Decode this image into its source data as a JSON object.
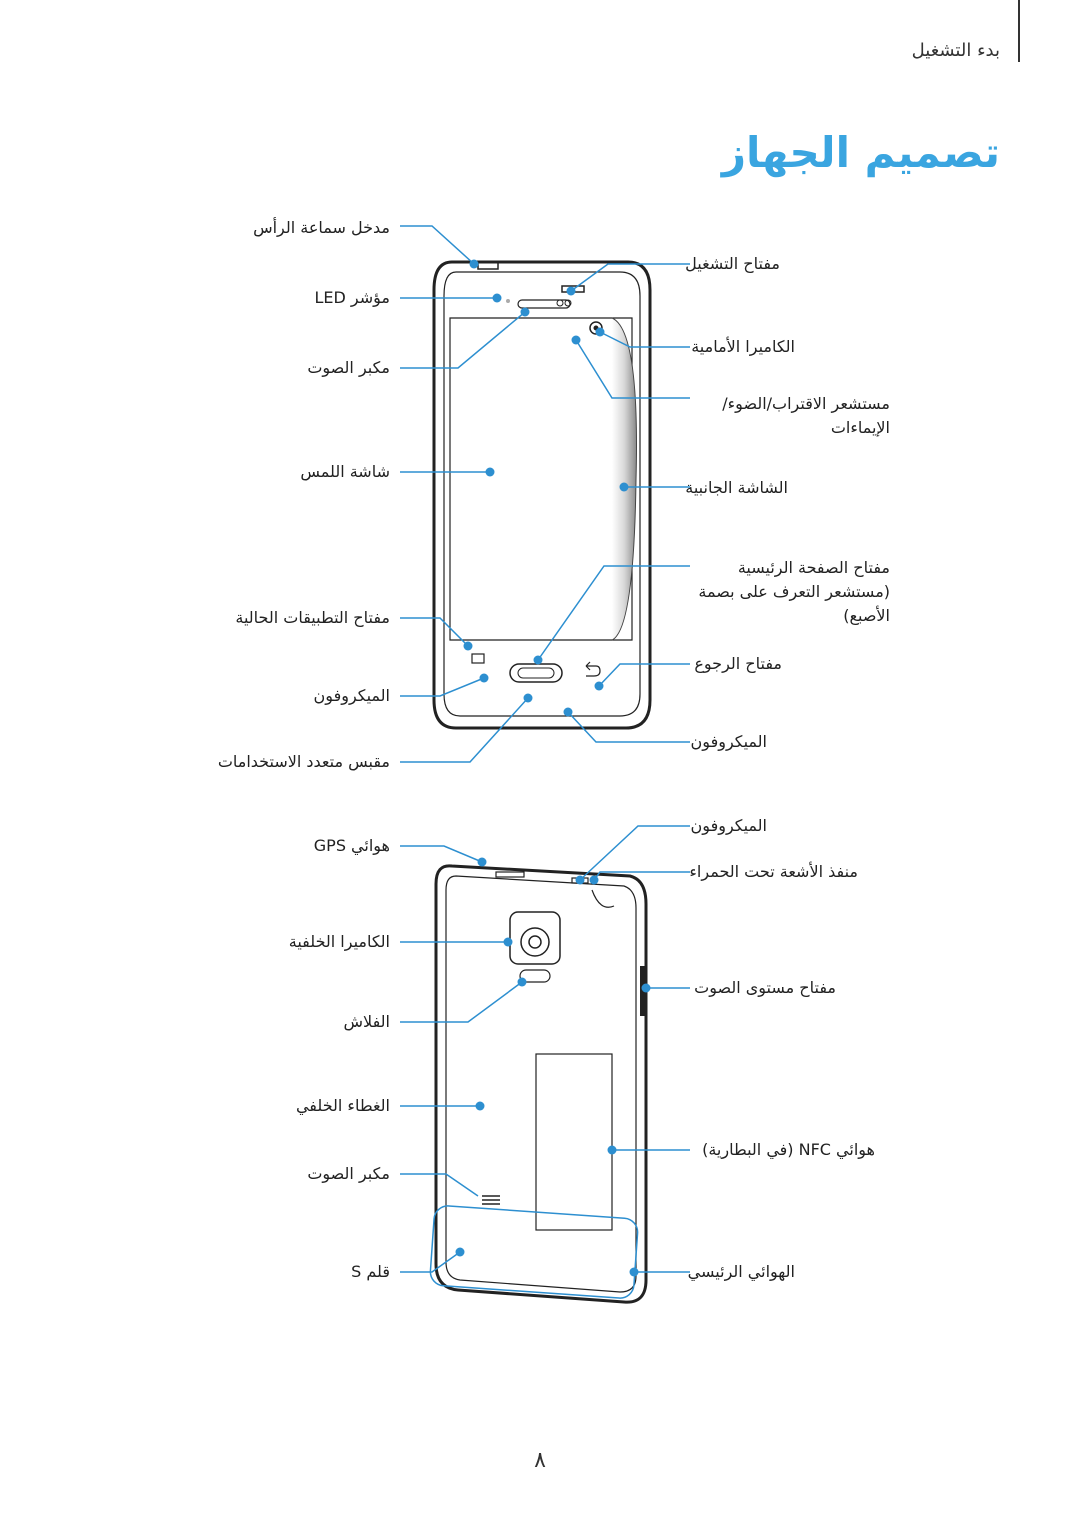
{
  "header": {
    "section_title": "بدء التشغيل"
  },
  "page_title": "تصميم الجهاز",
  "front_view": {
    "left_labels": [
      "مدخل سماعة الرأس",
      "مؤشر LED",
      "مكبر الصوت",
      "شاشة اللمس",
      "مفتاح التطبيقات الحالية",
      "الميكروفون",
      "مقبس متعدد الاستخدامات"
    ],
    "right_labels": [
      "مفتاح التشغيل",
      "الكاميرا الأمامية",
      "مستشعر الاقتراب/الضوء/الإيماءات",
      "الشاشة الجانبية",
      "مفتاح الصفحة الرئيسية (مستشعر التعرف على بصمة الأصبع)",
      "مفتاح الرجوع",
      "الميكروفون"
    ]
  },
  "back_view": {
    "left_labels": [
      "هوائي GPS",
      "الكاميرا الخلفية",
      "الفلاش",
      "الغطاء الخلفي",
      "مكبر الصوت",
      "قلم S"
    ],
    "right_labels": [
      "الميكروفون",
      "منفذ الأشعة تحت الحمراء",
      "مفتاح مستوى الصوت",
      "هوائي NFC (في البطارية)",
      "الهوائي الرئيسي"
    ]
  },
  "page_number": "٨",
  "colors": {
    "accent": "#3aa5e0",
    "callout": "#2d8fd0"
  }
}
